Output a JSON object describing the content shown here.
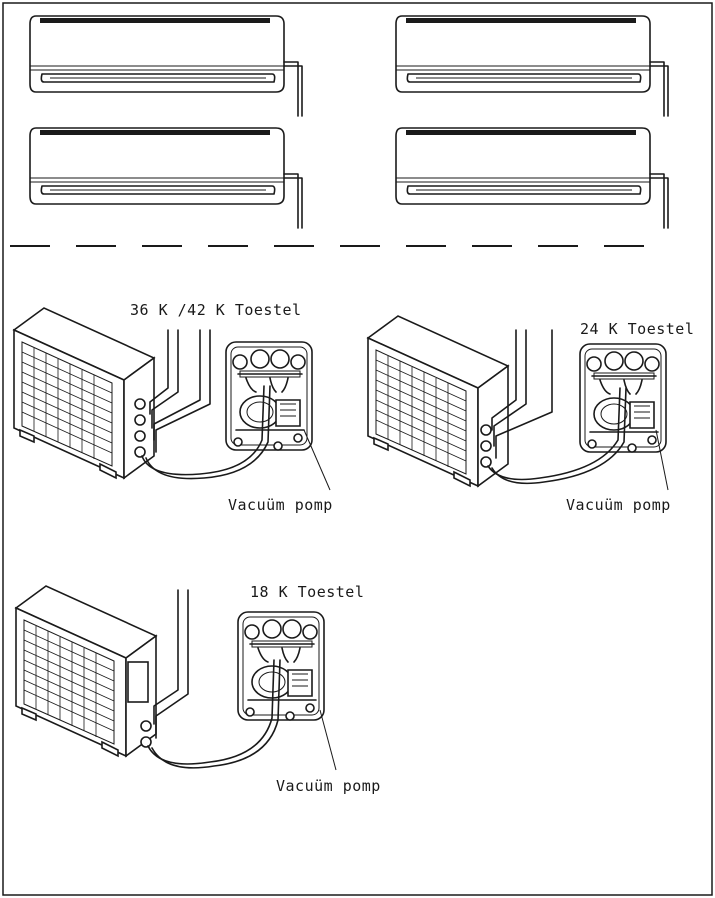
{
  "labels": {
    "unit_36_42": "36 K /42 K Toestel",
    "unit_24": "24 K Toestel",
    "unit_18": "18 K Toestel",
    "pump_1": "Vacuüm pomp",
    "pump_2": "Vacuüm pomp",
    "pump_3": "Vacuüm pomp"
  }
}
